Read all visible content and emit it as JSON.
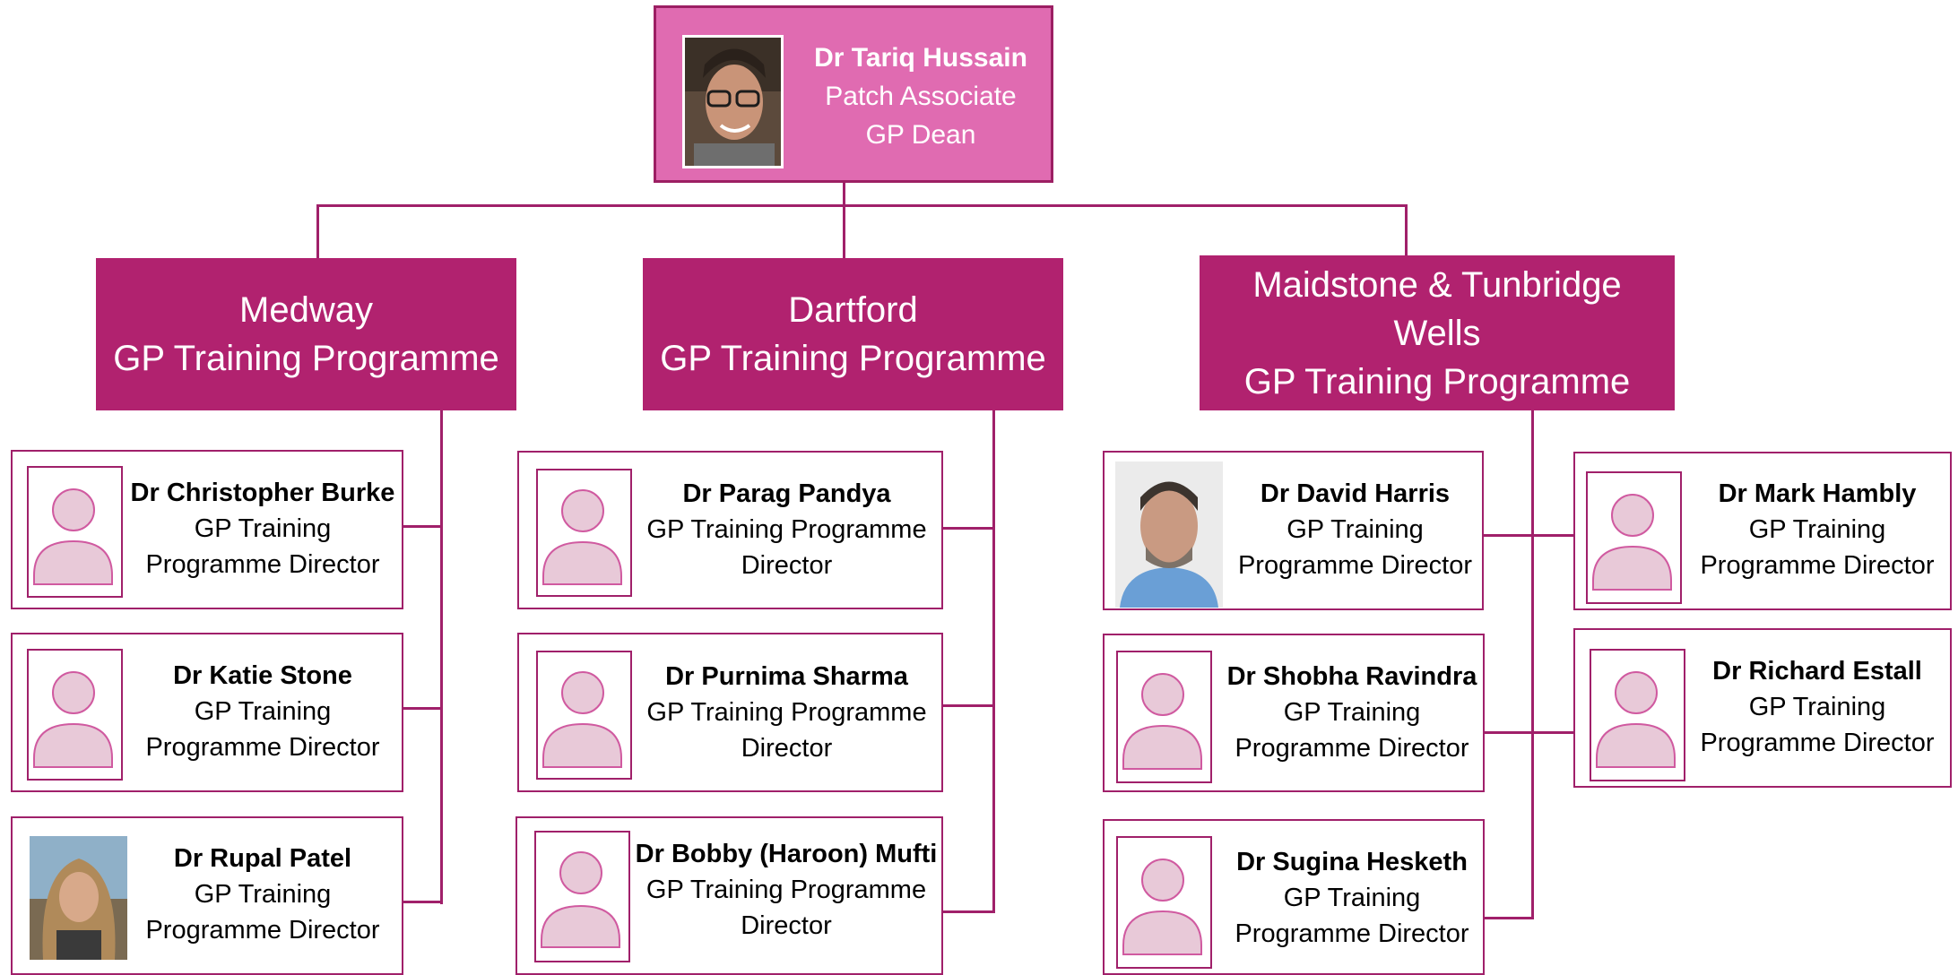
{
  "head": {
    "name": "Dr Tariq Hussain",
    "role_line1": "Patch Associate",
    "role_line2": "GP Dean",
    "photo": "photo"
  },
  "programmes": [
    {
      "line1": "Medway",
      "line2": "GP Training Programme"
    },
    {
      "line1": "Dartford",
      "line2": "GP Training Programme"
    },
    {
      "line1": "Maidstone & Tunbridge",
      "line2": "Wells",
      "line3": "GP Training Programme"
    }
  ],
  "people": {
    "burke": {
      "name": "Dr Christopher Burke",
      "role": "GP Training\nProgramme Director",
      "avatar": "person-placeholder-icon"
    },
    "stone": {
      "name": "Dr Katie Stone",
      "role": "GP Training\nProgramme Director",
      "avatar": "person-placeholder-icon"
    },
    "patel": {
      "name": "Dr Rupal Patel",
      "role": "GP Training\nProgramme Director",
      "avatar": "photo"
    },
    "pandya": {
      "name": "Dr Parag Pandya",
      "role": "GP Training Programme\nDirector",
      "avatar": "person-placeholder-icon"
    },
    "sharma": {
      "name": "Dr Purnima Sharma",
      "role": "GP Training Programme\nDirector",
      "avatar": "person-placeholder-icon"
    },
    "mufti": {
      "name": "Dr Bobby (Haroon) Mufti",
      "role": "GP Training Programme\nDirector",
      "avatar": "person-placeholder-icon"
    },
    "harris": {
      "name": "Dr David Harris",
      "role": "GP Training\nProgramme Director",
      "avatar": "photo"
    },
    "ravindra": {
      "name": "Dr Shobha Ravindra",
      "role": "GP Training\nProgramme Director",
      "avatar": "person-placeholder-icon"
    },
    "hesketh": {
      "name": "Dr Sugina Hesketh",
      "role": "GP Training\nProgramme Director",
      "avatar": "person-placeholder-icon"
    },
    "hambly": {
      "name": "Dr Mark Hambly",
      "role": "GP Training\nProgramme Director",
      "avatar": "person-placeholder-icon"
    },
    "estall": {
      "name": "Dr Richard Estall",
      "role": "GP Training\nProgramme Director",
      "avatar": "person-placeholder-icon"
    }
  },
  "colors": {
    "head_fill": "#e06bb1",
    "programme_fill": "#b1226f",
    "border": "#a0206a",
    "placeholder_fill": "#e8c9d8",
    "placeholder_stroke": "#d05aa0"
  }
}
